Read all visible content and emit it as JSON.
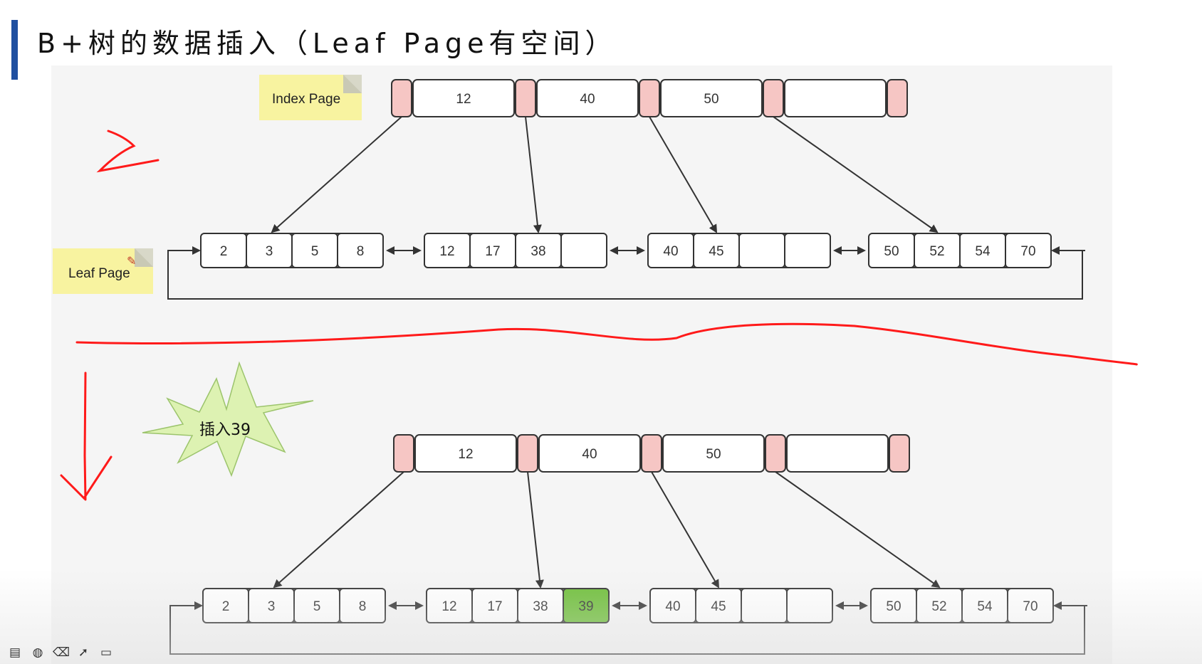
{
  "title": "B+树的数据插入（Leaf Page有空间）",
  "notes": {
    "index_page": "Index Page",
    "leaf_page": "Leaf Page"
  },
  "burst_label": "插入39",
  "colors": {
    "accent": "#1f4fa0",
    "pointer_fill": "#f6c6c4",
    "highlight": "#6fbf3a",
    "pen": "#ff1a1a",
    "note": "#f8f3a0",
    "burst": "#ddf2b2"
  },
  "trees": [
    {
      "name": "before",
      "index_keys": [
        "12",
        "40",
        "50",
        ""
      ],
      "leaf_pages": [
        [
          "2",
          "3",
          "5",
          "8"
        ],
        [
          "12",
          "17",
          "38",
          ""
        ],
        [
          "40",
          "45",
          "",
          ""
        ],
        [
          "50",
          "52",
          "54",
          "70"
        ]
      ],
      "highlighted": []
    },
    {
      "name": "after",
      "index_keys": [
        "12",
        "40",
        "50",
        ""
      ],
      "leaf_pages": [
        [
          "2",
          "3",
          "5",
          "8"
        ],
        [
          "12",
          "17",
          "38",
          "39"
        ],
        [
          "40",
          "45",
          "",
          ""
        ],
        [
          "50",
          "52",
          "54",
          "70"
        ]
      ],
      "highlighted": [
        "39"
      ]
    }
  ],
  "toolbar_icons": [
    "window-icon",
    "palette-icon",
    "eraser-icon",
    "pointer-icon",
    "camera-icon"
  ]
}
